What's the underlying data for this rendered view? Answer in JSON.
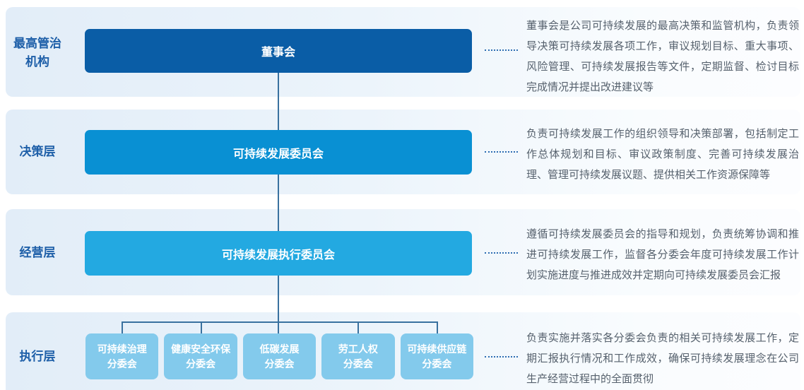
{
  "rows": [
    {
      "label": "最高管治机构",
      "box": "董事会",
      "desc": "董事会是公司可持续发展的最高决策和监管机构，负责领导决策可持续发展各项工作，审议规划目标、重大事项、风险管理、可持续发展报告等文件，定期监督、检讨目标完成情况并提出改进建议等"
    },
    {
      "label": "决策层",
      "box": "可持续发展委员会",
      "desc": "负责可持续发展工作的组织领导和决策部署，包括制定工作总体规划和目标、审议政策制度、完善可持续发展治理、管理可持续发展议题、提供相关工作资源保障等"
    },
    {
      "label": "经营层",
      "box": "可持续发展执行委员会",
      "desc": "遵循可持续发展委员会的指导和规划，负责统筹协调和推进可持续发展工作，监督各分委会年度可持续发展工作计划实施进度与推进成效并定期向可持续发展委员会汇报"
    },
    {
      "label": "执行层",
      "desc": "负责实施并落实各分委会负责的相关可持续发展工作，定期汇报执行情况和工作成效，确保可持续发展理念在公司生产经营过程中的全面贯彻"
    }
  ],
  "subcommittees": [
    {
      "line1": "可持续治理",
      "line2": "分委会"
    },
    {
      "line1": "健康安全环保",
      "line2": "分委会"
    },
    {
      "line1": "低碳发展",
      "line2": "分委会"
    },
    {
      "line1": "劳工人权",
      "line2": "分委会"
    },
    {
      "line1": "可持续供应链",
      "line2": "分委会"
    }
  ],
  "colors": {
    "level1_box": "#0a5da6",
    "level2_box": "#0990d3",
    "level3_box": "#23a9e1",
    "level4_box": "#83caec",
    "connector_line": "#39719f",
    "dotted_leader": "#2d6db2",
    "tier_label_text": "#1e5fa8",
    "description_text": "#56616d",
    "band_background": "#e2edf8"
  }
}
